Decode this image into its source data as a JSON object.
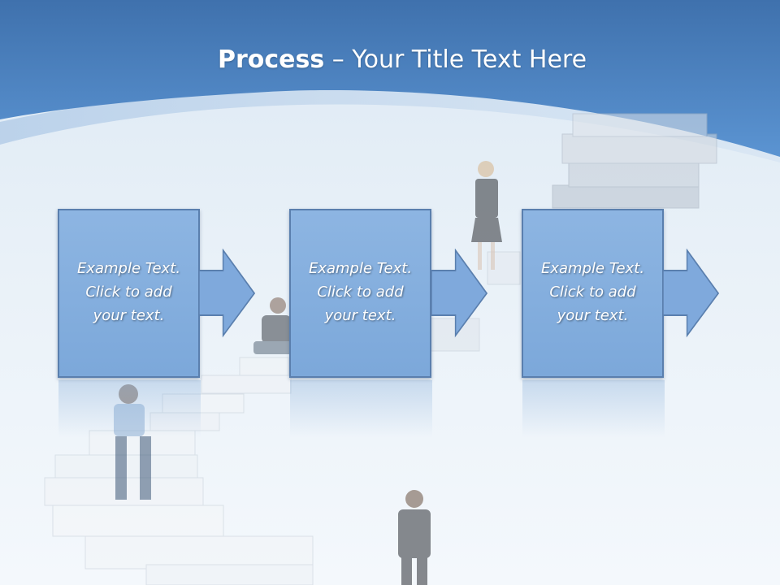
{
  "slide": {
    "title_strong": "Process",
    "title_rest": " – Your Title Text Here"
  },
  "steps": [
    {
      "text": "Example Text.\nClick  to add\nyour text."
    },
    {
      "text": "Example Text.\nClick  to add\nyour text."
    },
    {
      "text": "Example Text.\nClick  to add\nyour text."
    }
  ],
  "colors": {
    "header_blue": "#4c82c0",
    "box_fill": "#7fa9dc",
    "box_border": "#5a7fae",
    "background": "#e6eff8"
  }
}
